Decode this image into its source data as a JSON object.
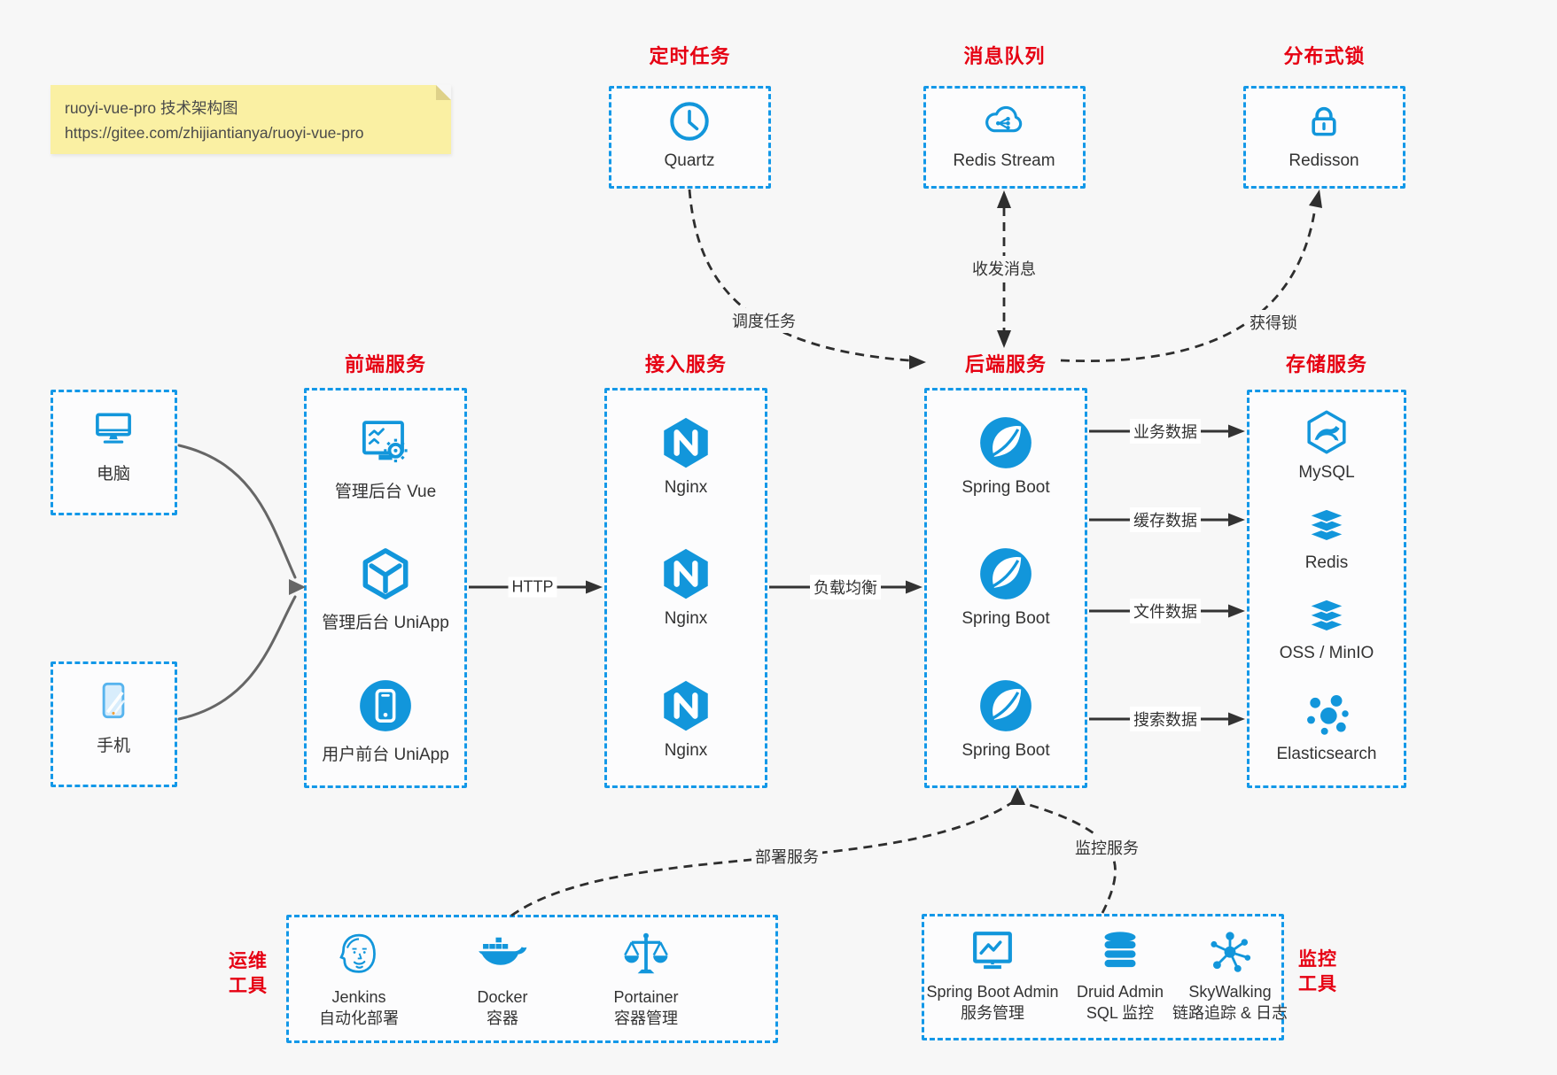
{
  "note": {
    "line1": "ruoyi-vue-pro 技术架构图",
    "line2": "https://gitee.com/zhijiantianya/ruoyi-vue-pro"
  },
  "palette": {
    "accent_blue": "#1296db",
    "border_blue": "#1398e8",
    "title_red": "#e60012",
    "arrow_dark": "#333333",
    "arrow_gray": "#666666",
    "note_bg": "#faf0a3",
    "canvas_bg": "#f7f7f7"
  },
  "clients": {
    "computer": "电脑",
    "phone": "手机"
  },
  "scheduled": {
    "title": "定时任务",
    "item": "Quartz"
  },
  "mq": {
    "title": "消息队列",
    "item": "Redis Stream"
  },
  "lock": {
    "title": "分布式锁",
    "item": "Redisson"
  },
  "frontend": {
    "title": "前端服务",
    "items": [
      {
        "label": "管理后台 Vue",
        "icon": "admin-vue-icon"
      },
      {
        "label": "管理后台 UniApp",
        "icon": "uniapp-cube-icon"
      },
      {
        "label": "用户前台 UniApp",
        "icon": "user-app-icon"
      }
    ]
  },
  "access": {
    "title": "接入服务",
    "items": [
      {
        "label": "Nginx"
      },
      {
        "label": "Nginx"
      },
      {
        "label": "Nginx"
      }
    ]
  },
  "backend": {
    "title": "后端服务",
    "items": [
      {
        "label": "Spring Boot"
      },
      {
        "label": "Spring Boot"
      },
      {
        "label": "Spring Boot"
      }
    ]
  },
  "storage": {
    "title": "存储服务",
    "items": [
      {
        "label": "MySQL",
        "icon": "mysql-icon"
      },
      {
        "label": "Redis",
        "icon": "redis-stack-icon"
      },
      {
        "label": "OSS / MinIO",
        "icon": "oss-stack-icon"
      },
      {
        "label": "Elasticsearch",
        "icon": "elasticsearch-icon"
      }
    ]
  },
  "ops": {
    "title": [
      "运维",
      "工具"
    ],
    "items": [
      {
        "name": "Jenkins",
        "desc": "自动化部署",
        "icon": "jenkins-icon"
      },
      {
        "name": "Docker",
        "desc": "容器",
        "icon": "docker-icon"
      },
      {
        "name": "Portainer",
        "desc": "容器管理",
        "icon": "portainer-icon"
      }
    ]
  },
  "monitoring": {
    "title": [
      "监控",
      "工具"
    ],
    "items": [
      {
        "name": "Spring Boot Admin",
        "desc": "服务管理",
        "icon": "sba-monitor-icon"
      },
      {
        "name": "Druid Admin",
        "desc": "SQL 监控",
        "icon": "druid-db-icon"
      },
      {
        "name": "SkyWalking",
        "desc": "链路追踪 & 日志",
        "icon": "skywalking-icon"
      }
    ]
  },
  "connectors": {
    "http": "HTTP",
    "load_balance": "负载均衡",
    "business": "业务数据",
    "cache": "缓存数据",
    "file": "文件数据",
    "search": "搜索数据",
    "schedule": "调度任务",
    "message": "收发消息",
    "lock": "获得锁",
    "deploy": "部署服务",
    "monitor": "监控服务"
  }
}
